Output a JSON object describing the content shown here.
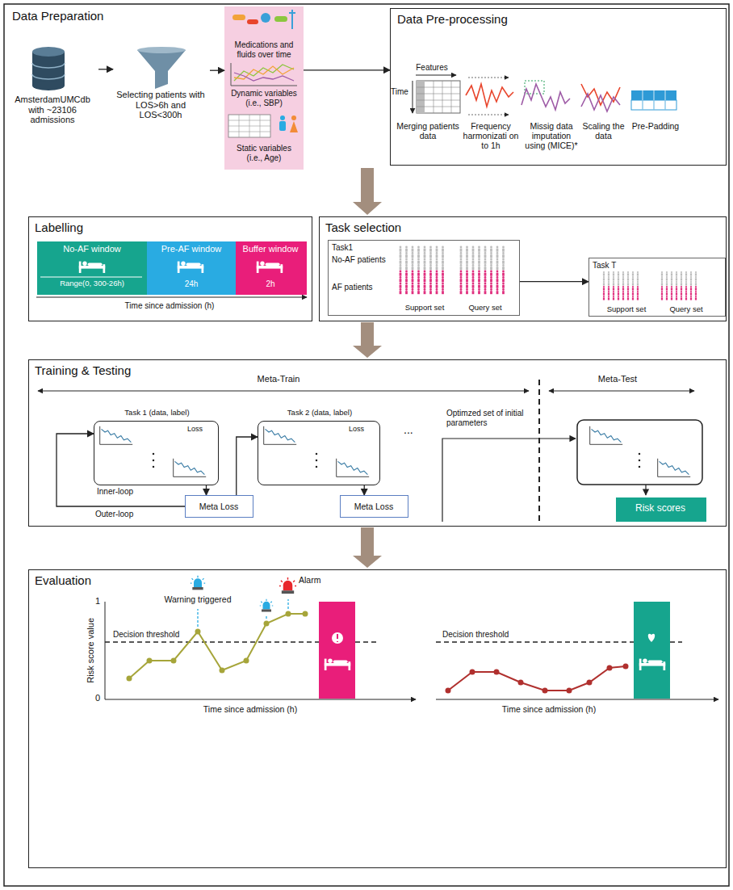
{
  "diagram": {
    "nodes": [
      {
        "text": [
          "Data Preparation"
        ]
      },
      {
        "text": [
          "AmsterdamUMCdb with ~23106 admissions"
        ],
        "in": 0
      },
      {
        "text": [
          "Selecting patients with LOS>6h and LOS<300h"
        ],
        "in": 0
      },
      {
        "text": [
          "Medications and fluids over time",
          "Dynamic variables (i.e., SBP)",
          "Static variables (i.e., Age)"
        ],
        "in": 0
      },
      {
        "text": [
          "Data Pre-processing"
        ],
        "in": 0
      },
      {
        "text": [
          "Labelling"
        ]
      },
      {
        "text": [
          "No-AF window",
          "Range(0, 300-26h)"
        ],
        "in": 5
      },
      {
        "text": [
          "Pre-AF window",
          "24h"
        ],
        "in": 5
      },
      {
        "text": [
          "Buffer window",
          "2h"
        ],
        "in": 5
      },
      {
        "text": [
          "Task selection"
        ]
      },
      {
        "text": [
          "Task1",
          "No-AF patients",
          "AF patients",
          "Support set",
          "Query set"
        ],
        "in": 9
      },
      {
        "text": [
          "Task T",
          "Support set",
          "Query set"
        ],
        "in": 9
      },
      {
        "text": [
          "Training & Testing"
        ]
      },
      {
        "text": [
          "Task 1 (data, label)",
          "Loss"
        ],
        "in": 12
      },
      {
        "text": [
          "Meta Loss"
        ],
        "in": 12
      },
      {
        "text": [
          "Task 2 (data, label)",
          "Loss"
        ],
        "in": 12
      },
      {
        "text": [
          "Meta Loss"
        ],
        "in": 12
      },
      {
        "text": [
          "Risk scores"
        ],
        "in": 12
      },
      {
        "text": [
          "Evaluation"
        ]
      }
    ],
    "edges": [
      {
        "from": 1,
        "to": 2,
        "arrow": "to"
      },
      {
        "from": 2,
        "to": 3,
        "arrow": "to"
      },
      {
        "from": 3,
        "to": 4,
        "arrow": "to"
      },
      {
        "from": 10,
        "to": 11,
        "arrow": "to"
      },
      {
        "from": 13,
        "to": 14,
        "arrow": "to"
      },
      {
        "from": 14,
        "to": 13,
        "arrow": "to"
      },
      {
        "from": 14,
        "to": 15,
        "arrow": "to"
      },
      {
        "from": 15,
        "to": 16,
        "arrow": "to"
      }
    ],
    "labels": [
      "Features",
      "Time",
      "Merging patients data",
      "Frequency harmonizati on to 1h",
      "Missig data imputation using (MICE)*",
      "Scaling the data",
      "Pre-Padding",
      "Time since admission (h)",
      "Inner-loop",
      "Outer-loop",
      "Meta-Train",
      "Meta-Test",
      "...",
      "Optimzed set of initial parameters",
      "Risk score value",
      "1",
      "0",
      "Decision threshold",
      "Warning triggered",
      "Alarm",
      "Time since admission (h)",
      "Decision threshold",
      "Time since admission (h)"
    ]
  }
}
